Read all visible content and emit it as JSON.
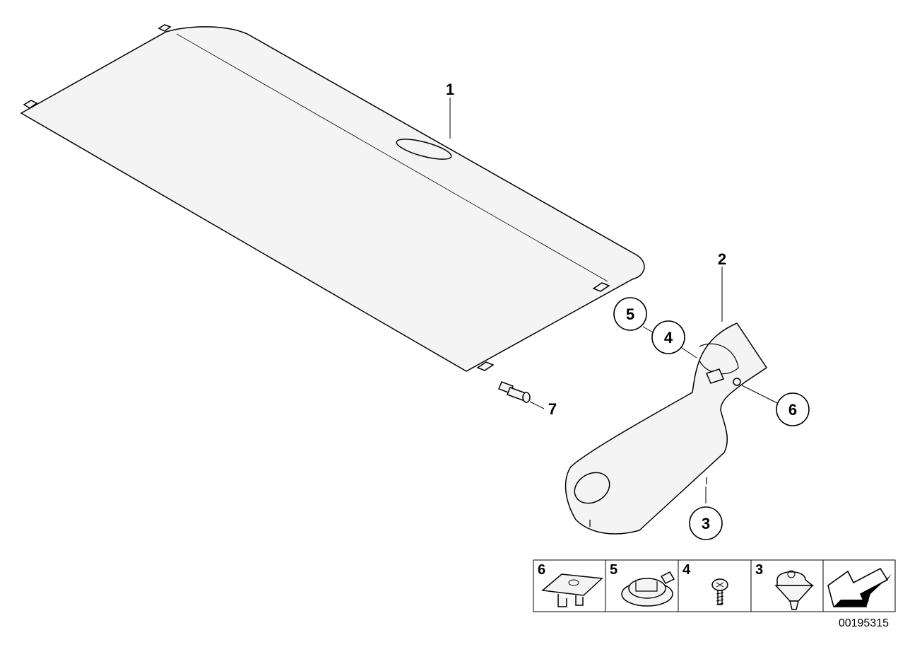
{
  "diagram": {
    "callouts": [
      {
        "id": "1",
        "label": "1",
        "circled": false
      },
      {
        "id": "2",
        "label": "2",
        "circled": false
      },
      {
        "id": "3",
        "label": "3",
        "circled": true
      },
      {
        "id": "4",
        "label": "4",
        "circled": true
      },
      {
        "id": "5",
        "label": "5",
        "circled": true
      },
      {
        "id": "6",
        "label": "6",
        "circled": true
      },
      {
        "id": "7",
        "label": "7",
        "circled": false
      }
    ],
    "legend": [
      {
        "label": "6",
        "icon": "nut-clip-icon"
      },
      {
        "label": "5",
        "icon": "grommet-icon"
      },
      {
        "label": "4",
        "icon": "screw-icon"
      },
      {
        "label": "3",
        "icon": "expanding-rivet-icon"
      },
      {
        "label": "",
        "icon": "direction-arrow-icon"
      }
    ],
    "drawing_number": "00195315"
  }
}
